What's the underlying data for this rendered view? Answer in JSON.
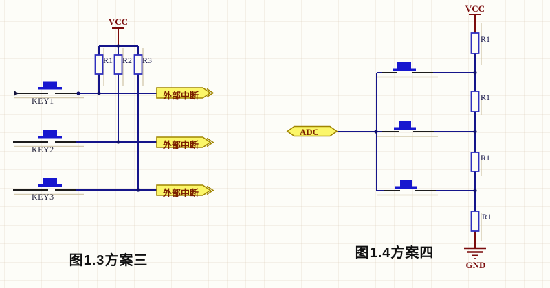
{
  "colors": {
    "wire": "#15158a",
    "pin_black": "#1c1c1c",
    "button_blue": "#1717cf",
    "resistor_stroke": "#2f2fbe",
    "port_fill": "#fbf669",
    "port_stroke": "#a08500",
    "port_text": "#7b2000",
    "power_red": "#7b0c0c",
    "ghost_tan": "#cfc3a4",
    "caption_black": "#111111"
  },
  "left": {
    "title": "图1.3方案三",
    "power_label": "VCC",
    "resistors": [
      {
        "label": "R1"
      },
      {
        "label": "R2"
      },
      {
        "label": "R3"
      }
    ],
    "keys": [
      {
        "label": "KEY1",
        "port": "外部中断"
      },
      {
        "label": "KEY2",
        "port": "外部中断"
      },
      {
        "label": "KEY3",
        "port": "外部中断"
      }
    ]
  },
  "right": {
    "title": "图1.4方案四",
    "power_label": "VCC",
    "ground_label": "GND",
    "adc_label": "ADC",
    "resistors": [
      {
        "label": "R1"
      },
      {
        "label": "R1"
      },
      {
        "label": "R1"
      },
      {
        "label": "R1"
      }
    ]
  }
}
